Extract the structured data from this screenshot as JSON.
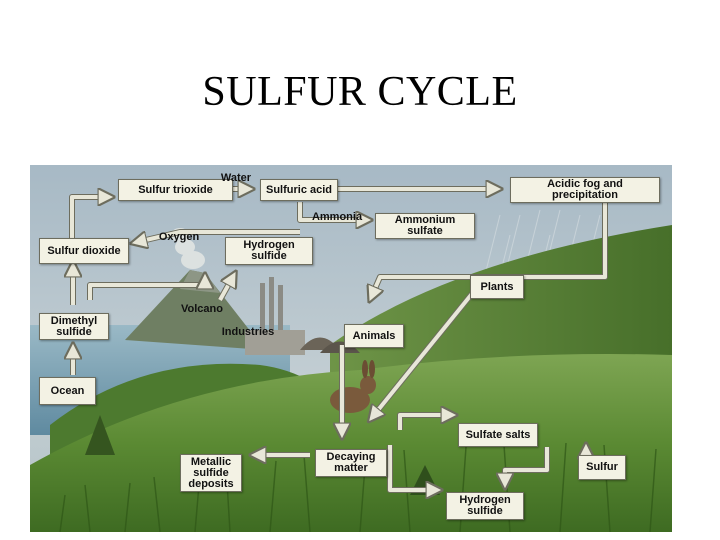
{
  "title": "SULFUR CYCLE",
  "boxes": {
    "sulfur_trioxide": "Sulfur trioxide",
    "sulfuric_acid": "Sulfuric acid",
    "acidic_fog": "Acidic fog and\nprecipitation",
    "sulfur_dioxide": "Sulfur dioxide",
    "hydrogen_sulfide_top": "Hydrogen\nsulfide",
    "ammonium_sulfate": "Ammonium\nsulfate",
    "plants": "Plants",
    "dimethyl_sulfide": "Dimethyl\nsulfide",
    "animals": "Animals",
    "ocean": "Ocean",
    "sulfate_salts": "Sulfate salts",
    "metallic_sulfide": "Metallic\nsulfide\ndeposits",
    "decaying_matter": "Decaying\nmatter",
    "sulfur": "Sulfur",
    "hydrogen_sulfide_bottom": "Hydrogen\nsulfide"
  },
  "labels": {
    "water": "Water",
    "ammonia": "Ammonia",
    "oxygen": "Oxygen",
    "volcano": "Volcano",
    "industries": "Industries"
  },
  "colors": {
    "box_fill": "#f3f2e4",
    "arrow_fill": "#e8e7d8",
    "arrow_stroke": "#6d6d5e",
    "sky": "#9fb6c4",
    "grass": "#5d8a37",
    "water": "#7aa3b7"
  }
}
